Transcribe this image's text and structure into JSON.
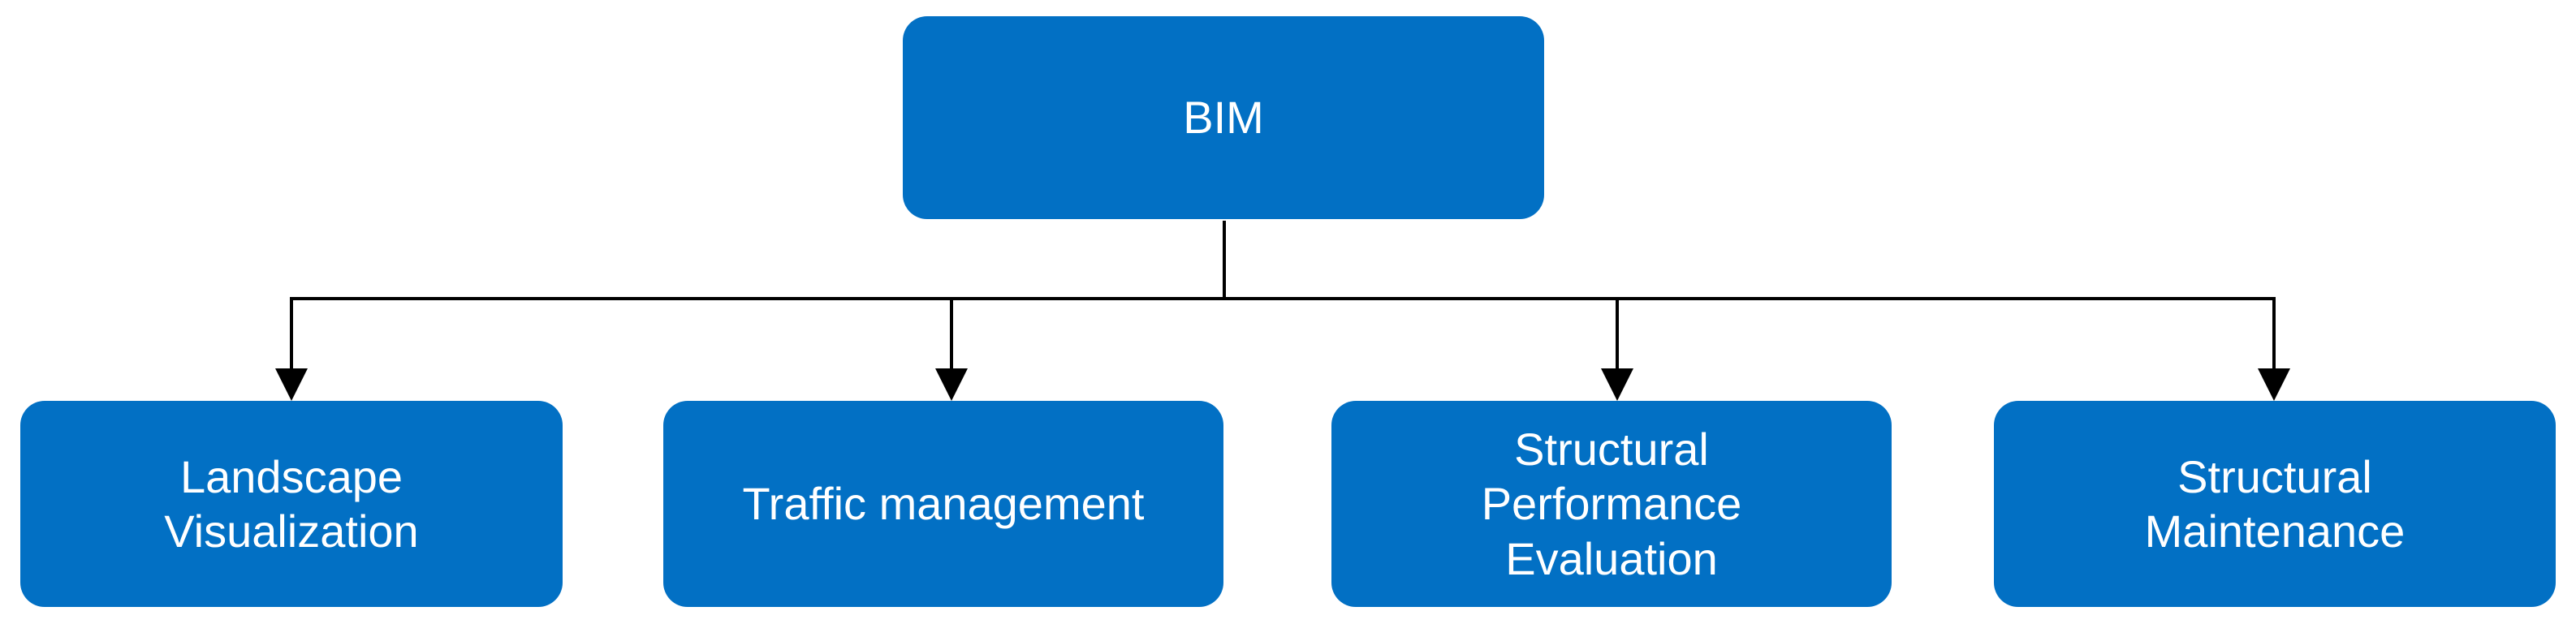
{
  "diagram": {
    "root": {
      "label": "BIM"
    },
    "children": [
      {
        "label": "Landscape\nVisualization"
      },
      {
        "label": "Traffic management"
      },
      {
        "label": "Structural\nPerformance\nEvaluation"
      },
      {
        "label": "Structural\nMaintenance"
      }
    ],
    "colors": {
      "node_fill": "#0270c4",
      "node_text": "#ffffff",
      "connector": "#000000"
    }
  }
}
